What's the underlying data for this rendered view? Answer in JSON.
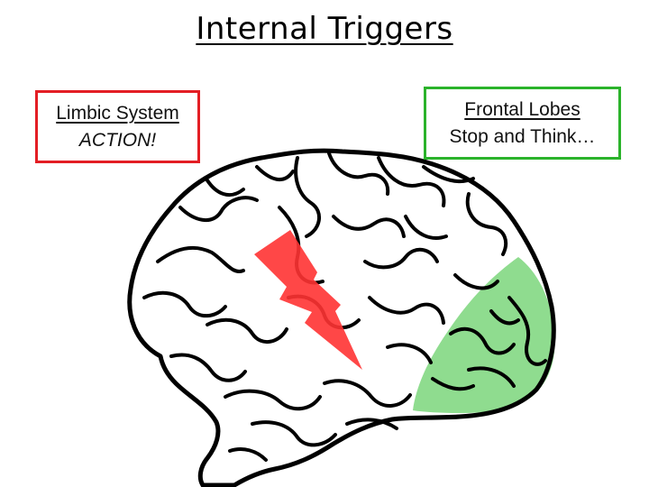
{
  "title": "Internal Triggers",
  "limbic": {
    "line1": "Limbic System",
    "line2": "ACTION!",
    "border_color": "#e31e24"
  },
  "frontal": {
    "line1": "Frontal Lobes",
    "line2": "Stop and Think…",
    "border_color": "#2bb32b"
  },
  "highlights": {
    "trigger_color": "#ff3333",
    "frontal_region_color": "#8fdc8f"
  }
}
